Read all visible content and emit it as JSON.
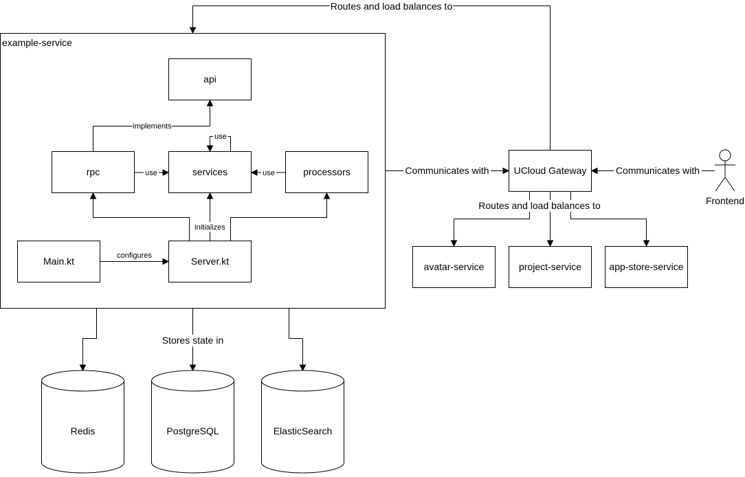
{
  "container": {
    "title": "example-service"
  },
  "nodes": {
    "api": "api",
    "rpc": "rpc",
    "services": "services",
    "processors": "processors",
    "main": "Main.kt",
    "server": "Server.kt",
    "gateway": "UCloud Gateway",
    "avatar": "avatar-service",
    "project": "project-service",
    "appstore": "app-store-service",
    "redis": "Redis",
    "postgres": "PostgreSQL",
    "elastic": "ElasticSearch",
    "frontend": "Frontend"
  },
  "edges": {
    "implements": "implements",
    "use_rpc": "use",
    "use_self": "use",
    "use_processors": "use",
    "initializes": "initializes",
    "configures": "configures",
    "gateway_to_service": "Routes and load balances to",
    "gateway_to_children": "Routes and load balances to",
    "service_to_gateway": "Communicates with",
    "frontend_to_gateway": "Communicates with",
    "stores_state": "Stores state in"
  }
}
